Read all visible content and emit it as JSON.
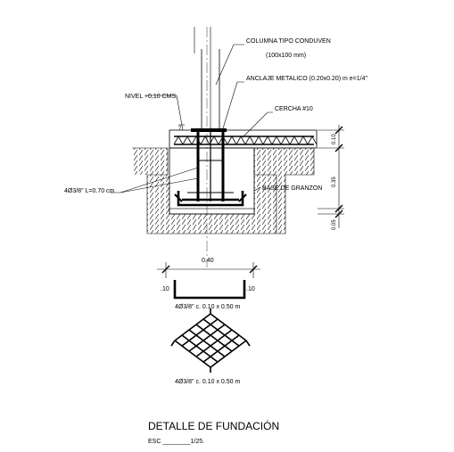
{
  "drawing": {
    "title": "DETALLE DE FUNDACIÓN",
    "scale": "ESC ________1/25."
  },
  "labels": {
    "column_type": "COLUMNA TIPO CONDUVEN",
    "column_size": "(100x100 mm)",
    "anchor": "ANCLAJE METALICO (0.20x0.20) m e=1/4\"",
    "truss": "CERCHA #10",
    "level": "NIVEL +0,10 CMS.",
    "rebar_vertical": "4Ø3/8\" L=0.70 cm",
    "gravel_base": "BASE DE GRANZON",
    "plan_width": "0.40",
    "side_left": ".10",
    "side_right": ".10",
    "stirrup_spec": "4Ø3/8\" c. 0.10 x 0.50 m",
    "mesh_spec": "4Ø3/8\" c. 0.10 x 0.50 m"
  },
  "dimensions": {
    "top": "0.10",
    "middle": "0.35",
    "bottom": "0.05"
  }
}
